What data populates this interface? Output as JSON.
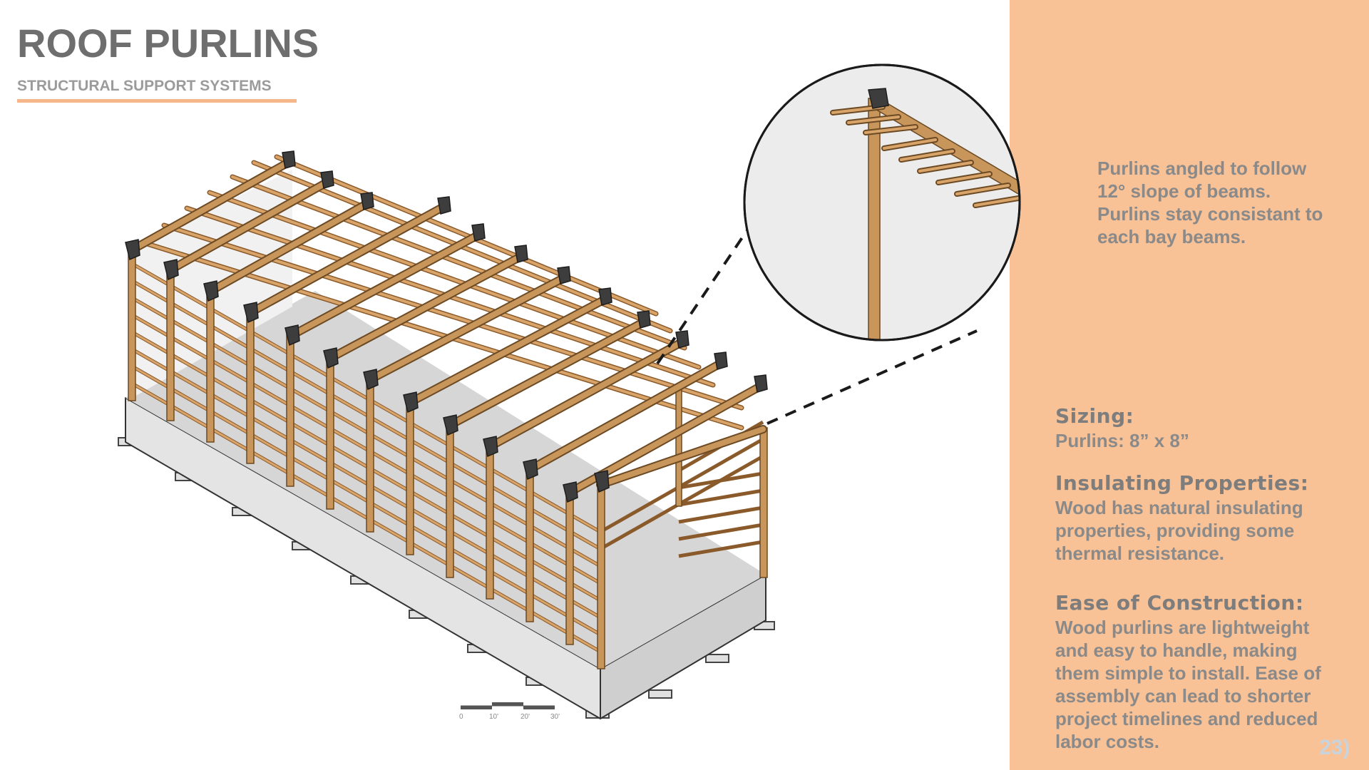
{
  "header": {
    "title": "ROOF PURLINS",
    "subtitle": "STRUCTURAL SUPPORT SYSTEMS"
  },
  "callout": {
    "lines": [
      "Purlins angled to follow",
      "12° slope of beams.",
      "Purlins stay consistant to",
      "each bay beams."
    ]
  },
  "sections": [
    {
      "heading": "Sizing:",
      "lines": [
        "Purlins: 8” x 8”"
      ]
    },
    {
      "heading": "Insulating Properties:",
      "lines": [
        "Wood has natural insulating",
        "properties, providing some",
        "thermal resistance."
      ]
    },
    {
      "heading": "Ease of Construction:",
      "lines": [
        "Wood purlins are lightweight",
        "and easy to handle, making",
        "them simple to install. Ease of",
        "assembly can lead to shorter",
        "project timelines and reduced",
        "labor costs."
      ]
    }
  ],
  "scale_bar": {
    "labels": [
      "0",
      "10'",
      "20'",
      "30'"
    ]
  },
  "page_number": "23)",
  "colors": {
    "accent": "#f8c196",
    "wood": "#c8955a",
    "bracket": "#3a3a3a",
    "slab": "#e3e3e3"
  }
}
